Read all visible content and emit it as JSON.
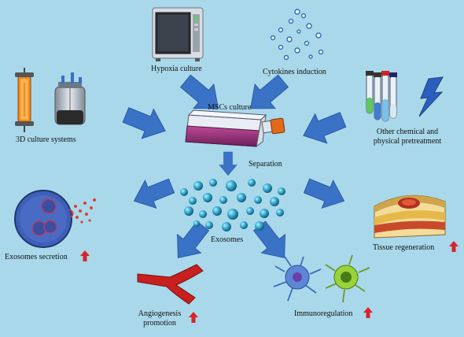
{
  "labels": {
    "hypoxia": "Hypoxia culture",
    "cytokines": "Cytokines induction",
    "msc": "MSCs culture",
    "culture3d": "3D culture systems",
    "chemical_line1": "Other chemical and",
    "chemical_line2": "physical pretreatment",
    "separation": "Separation",
    "exosomes": "Exosomes",
    "secretion": "Exosomes secretion",
    "tissue": "Tissue regeneration",
    "angio_line1": "Angiogenesis",
    "angio_line2": "promotion",
    "immuno": "Immunoregulation"
  },
  "colors": {
    "background": "#a9d8ea",
    "arrow": "#3a72c6",
    "up_arrow": "#d8242b",
    "flask": "#9b3a7a",
    "vessel": "#c8201f"
  },
  "icons": {
    "increase": "red-up-arrow",
    "incubator": "hypoxia-incubator-icon",
    "cytokines": "cytokine-particles-icon",
    "bioreactor": "bioreactor-icon",
    "test_tubes": "test-tubes-icon",
    "lightning": "lightning-icon",
    "flask": "culture-flask-icon",
    "cell": "secreting-cell-icon",
    "tissue": "tissue-section-icon",
    "vessel": "blood-vessel-icon",
    "immune_cells": "immune-cells-icon"
  }
}
